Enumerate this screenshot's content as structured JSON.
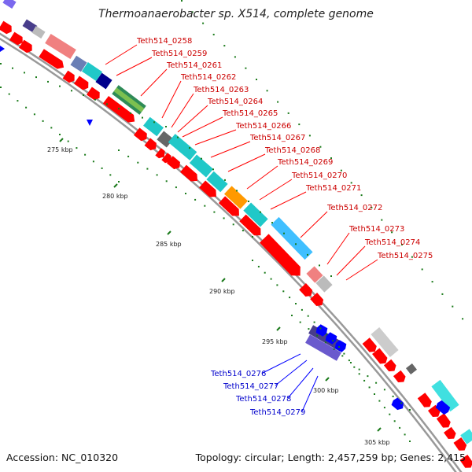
{
  "title": "Thermoanaerobacter sp. X514, complete genome",
  "footer": {
    "accession": "Accession: NC_010320",
    "summary": "Topology: circular; Length: 2,457,259 bp; Genes: 2,415"
  },
  "colors": {
    "forward_gene": "#ff0000",
    "reverse_gene": "#0000ff",
    "forward_label": "#cc0000",
    "reverse_label": "#0000cc",
    "backbone": "#999999",
    "tick": "#1a7a1a"
  },
  "tick_labels": [
    "275 kbp",
    "280 kbp",
    "285 kbp",
    "290 kbp",
    "295 kbp",
    "300 kbp",
    "305 kbp"
  ],
  "forward_gene_labels": [
    "Teth514_0258",
    "Teth514_0259",
    "Teth514_0261",
    "Teth514_0262",
    "Teth514_0263",
    "Teth514_0264",
    "Teth514_0265",
    "Teth514_0266",
    "Teth514_0267",
    "Teth514_0268",
    "Teth514_0269",
    "Teth514_0270",
    "Teth514_0271",
    "Teth514_0272",
    "Teth514_0273",
    "Teth514_0274",
    "Teth514_0275"
  ],
  "reverse_gene_labels": [
    "Teth514_0276",
    "Teth514_0277",
    "Teth514_0278",
    "Teth514_0279"
  ]
}
